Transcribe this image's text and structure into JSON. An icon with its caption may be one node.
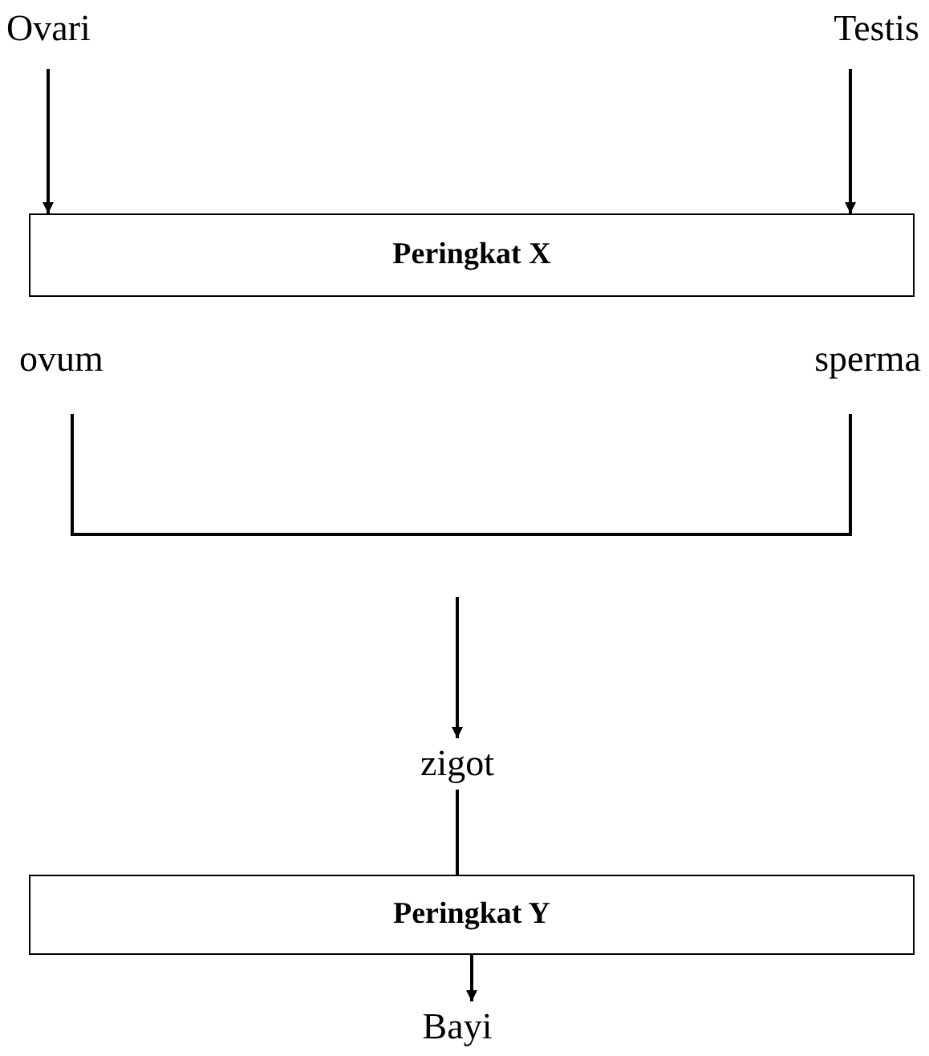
{
  "diagram": {
    "nodes": [
      {
        "text": [
          "Ovari"
        ]
      },
      {
        "text": [
          "Testis"
        ]
      },
      {
        "text": [
          "Peringkat X"
        ]
      },
      {
        "text": [
          "ovum"
        ]
      },
      {
        "text": [
          "sperma"
        ]
      },
      {
        "text": [
          "zigot"
        ]
      },
      {
        "text": [
          "Peringkat Y"
        ]
      },
      {
        "text": [
          "Bayi"
        ]
      }
    ],
    "edges": [
      {
        "from": 0,
        "to": 2,
        "arrow": "to"
      },
      {
        "from": 1,
        "to": 2,
        "arrow": "to"
      },
      {
        "from": 3,
        "to": 4,
        "arrow": "none"
      },
      {
        "from": null,
        "to": 5,
        "arrow": "to"
      },
      {
        "from": 5,
        "to": 6,
        "arrow": "none"
      },
      {
        "from": 6,
        "to": 7,
        "arrow": "to"
      }
    ]
  }
}
